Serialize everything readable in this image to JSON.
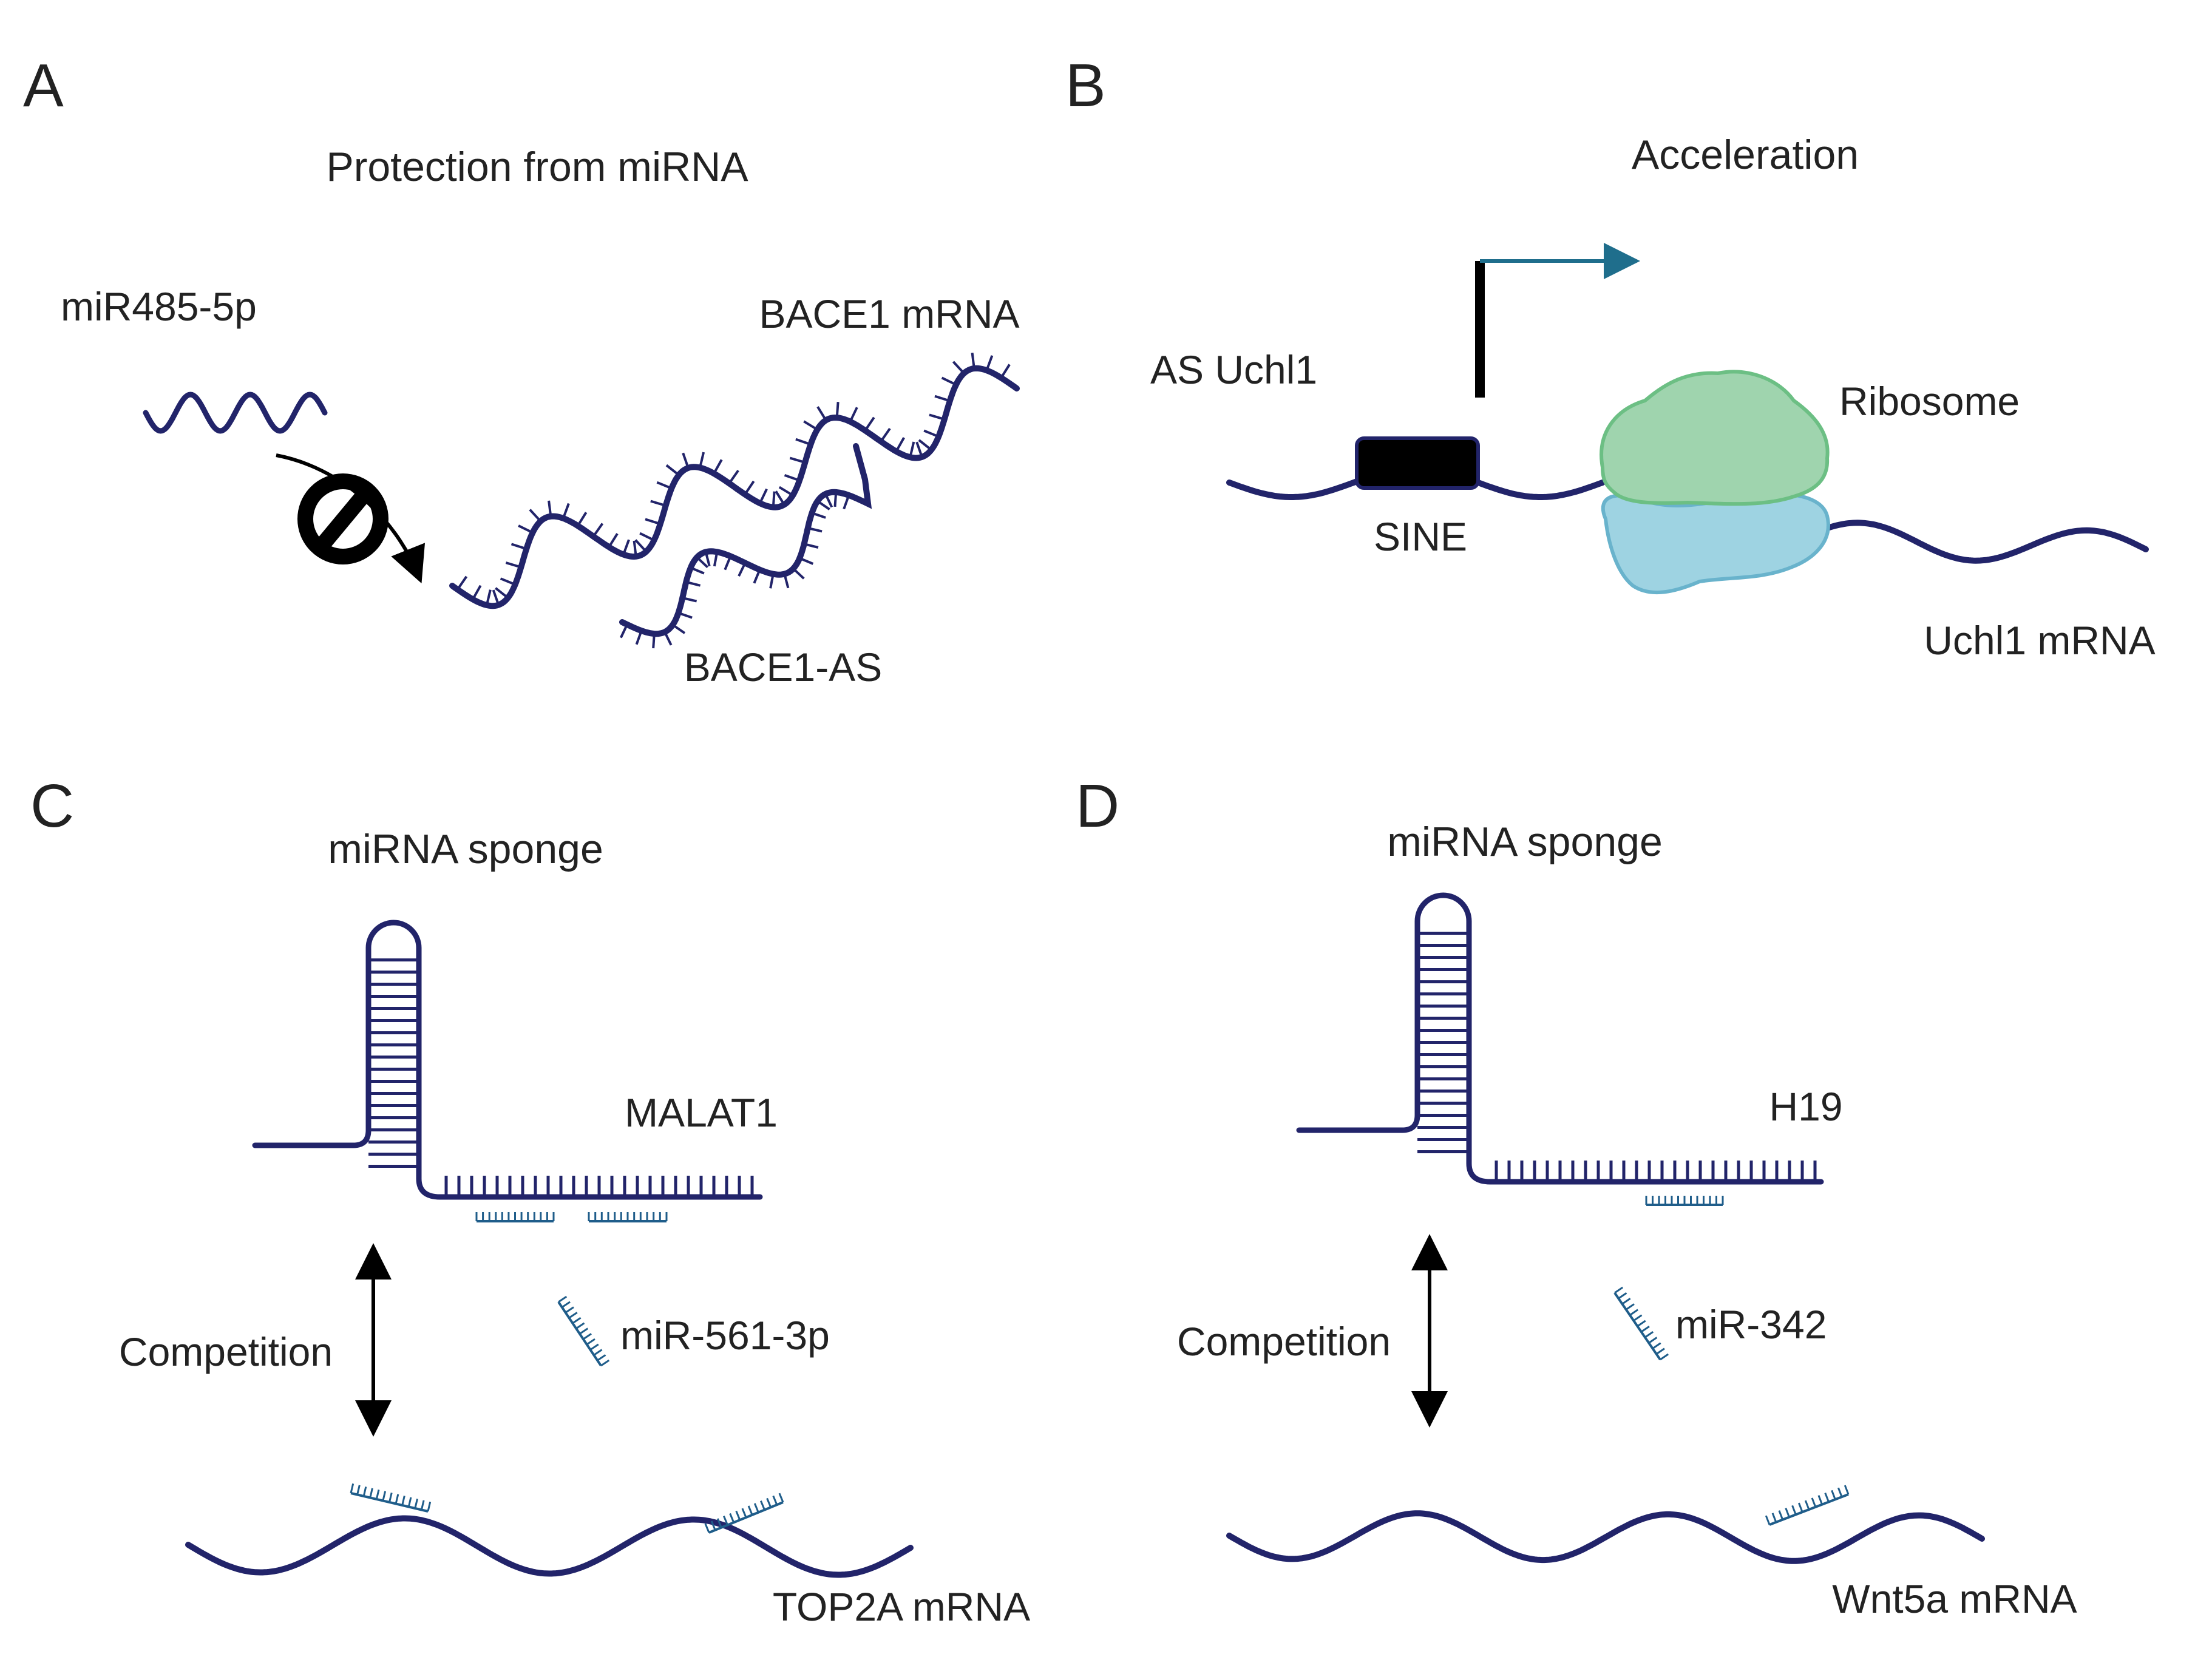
{
  "colors": {
    "rna": "#22246a",
    "black": "#000000",
    "text": "#222222",
    "arrow_blue": "#1f6e8c",
    "ribo_large": "#9fd4ae",
    "ribo_large_edge": "#6cbf84",
    "ribo_small": "#9ed3e2",
    "ribo_small_edge": "#69b3cc",
    "mirna_short": "#1f5d8a"
  },
  "panels": {
    "a": {
      "label": "A",
      "title": "Protection from miRNA",
      "mirna": "miR485-5p",
      "mrna": "BACE1 mRNA",
      "antisense": "BACE1-AS",
      "blocked_icon": "no-entry-icon"
    },
    "b": {
      "label": "B",
      "title": "Acceleration",
      "antisense": "AS Uchl1",
      "element": "SINE",
      "ribosome": "Ribosome",
      "mrna": "Uchl1 mRNA",
      "promoter_icon": "transcription-start-arrow-icon"
    },
    "c": {
      "label": "C",
      "title": "miRNA sponge",
      "lncrna": "MALAT1",
      "relation": "Competition",
      "mirna": "miR-561-3p",
      "mrna": "TOP2A mRNA"
    },
    "d": {
      "label": "D",
      "title": "miRNA sponge",
      "lncrna": "H19",
      "relation": "Competition",
      "mirna": "miR-342",
      "mrna": "Wnt5a mRNA"
    }
  }
}
